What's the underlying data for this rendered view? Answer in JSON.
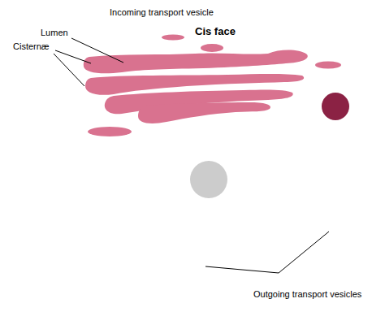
{
  "diagram": {
    "labels": [
      "Incoming transport vesicle",
      "Cis face",
      "Lumen",
      "Cisternæ",
      "Outgoing transport vesicles"
    ]
  }
}
